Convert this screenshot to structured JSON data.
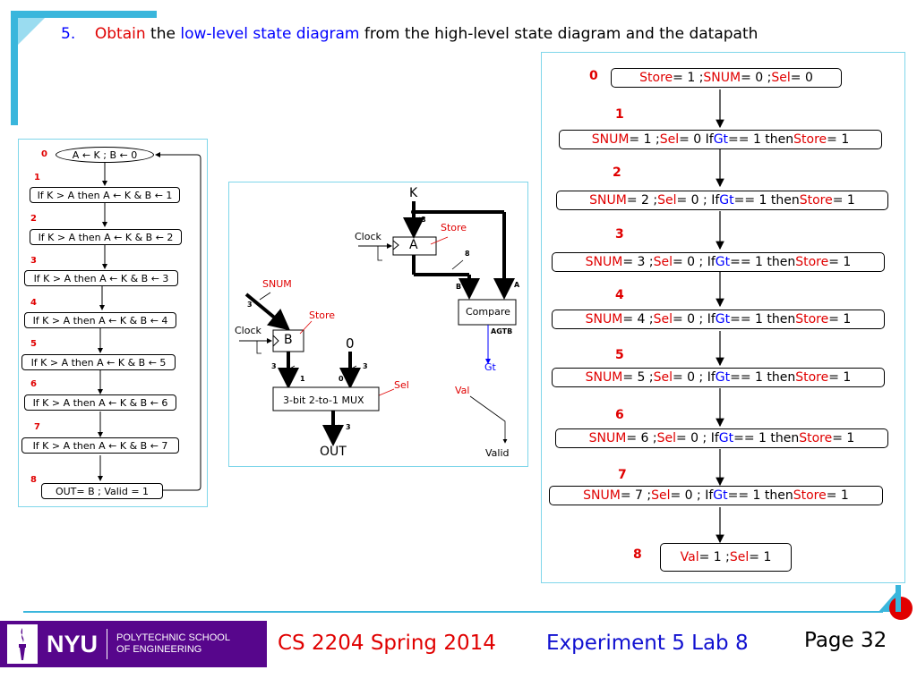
{
  "title": {
    "number": "5.",
    "obtain": "Obtain",
    "the": " the ",
    "low_level": "low-level state diagram",
    "rest": " from the high-level state diagram and the datapath"
  },
  "high_level": {
    "states": [
      {
        "num": "0",
        "text": "A ← K ; B ← 0"
      },
      {
        "num": "1",
        "text": "If K > A then A ← K & B ← 1"
      },
      {
        "num": "2",
        "text": "If K > A then A ← K & B ← 2"
      },
      {
        "num": "3",
        "text": "If K > A then A ← K & B ← 3"
      },
      {
        "num": "4",
        "text": "If K > A then A ← K & B ← 4"
      },
      {
        "num": "5",
        "text": "If K > A then A ← K & B ← 5"
      },
      {
        "num": "6",
        "text": "If K > A then A ← K & B ← 6"
      },
      {
        "num": "7",
        "text": "If K > A then A ← K & B ← 7"
      },
      {
        "num": "8",
        "text": "OUT= B ; Valid = 1"
      }
    ]
  },
  "datapath": {
    "k": "K",
    "a": "A",
    "b": "B",
    "zero": "0",
    "out": "OUT",
    "clock1": "Clock",
    "clock2": "Clock",
    "store1": "Store",
    "store2": "Store",
    "snum": "SNUM",
    "sel": "Sel",
    "val": "Val",
    "valid": "Valid",
    "compare": "Compare",
    "agtb": "AGTB",
    "gt": "Gt",
    "mux": "3-bit 2-to-1 MUX",
    "w8a": "8",
    "w8b": "8",
    "w3a": "3",
    "w3b": "3",
    "w3c": "3",
    "w3d": "3",
    "w1": "1",
    "w0": "0",
    "in_b": "B",
    "in_a": "A"
  },
  "low_level": {
    "states": [
      {
        "num": "0",
        "parts": [
          "Store",
          " = 1 ; ",
          "SNUM",
          " = 0 ; ",
          "Sel",
          " = 0"
        ]
      },
      {
        "num": "1",
        "parts": [
          "SNUM",
          " = 1 ; ",
          "Sel",
          " = 0 If ",
          "Gt",
          " == 1 then ",
          "Store",
          " = 1"
        ]
      },
      {
        "num": "2",
        "parts": [
          "SNUM",
          " = 2 ; ",
          "Sel",
          " = 0 ; If ",
          "Gt",
          " == 1 then ",
          "Store",
          " = 1"
        ]
      },
      {
        "num": "3",
        "parts": [
          "SNUM",
          " = 3 ; ",
          "Sel",
          " = 0 ; If ",
          "Gt",
          " == 1 then ",
          "Store",
          " = 1"
        ]
      },
      {
        "num": "4",
        "parts": [
          "SNUM",
          " = 4 ; ",
          "Sel",
          " = 0 ; If ",
          "Gt",
          " == 1 then ",
          "Store",
          " = 1"
        ]
      },
      {
        "num": "5",
        "parts": [
          "SNUM",
          " = 5 ; ",
          "Sel",
          " = 0 ; If ",
          "Gt",
          " == 1 then ",
          "Store",
          " = 1"
        ]
      },
      {
        "num": "6",
        "parts": [
          "SNUM",
          " = 6 ; ",
          "Sel",
          " = 0 ; If ",
          "Gt",
          " == 1 then ",
          "Store",
          " = 1"
        ]
      },
      {
        "num": "7",
        "parts": [
          "SNUM",
          " = 7 ; ",
          "Sel",
          " = 0 ; If ",
          "Gt",
          " == 1 then ",
          "Store",
          " = 1"
        ]
      },
      {
        "num": "8",
        "parts": [
          "Val",
          " = 1 ; ",
          "Sel",
          " = 1"
        ]
      }
    ]
  },
  "footer": {
    "logo_nyu": "NYU",
    "logo_school1": "POLYTECHNIC SCHOOL",
    "logo_school2": "OF ENGINEERING",
    "course": "CS 2204 Spring 2014",
    "experiment": "Experiment 5 Lab 8",
    "page": "Page 32"
  },
  "colors": {
    "accent": "#3ab6dc",
    "red": "#e00000",
    "blue": "#0000ff",
    "nyu_purple": "#57068c"
  }
}
